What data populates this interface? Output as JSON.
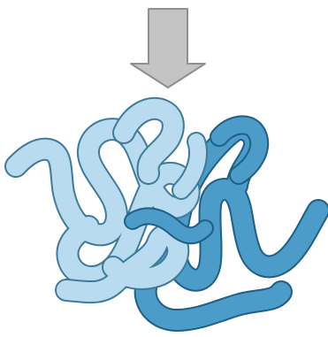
{
  "diagram": {
    "arrow": {
      "direction": "down",
      "fill_color": "#c4c4c4",
      "stroke_color": "#8f8f8f"
    },
    "strands": [
      {
        "name": "light-strand",
        "fill_color": "#b9dbef",
        "outline_color": "#3e7b9b"
      },
      {
        "name": "dark-strand",
        "fill_color": "#4b9cc9",
        "outline_color": "#1f5f84"
      }
    ],
    "background_color": "#ffffff"
  }
}
